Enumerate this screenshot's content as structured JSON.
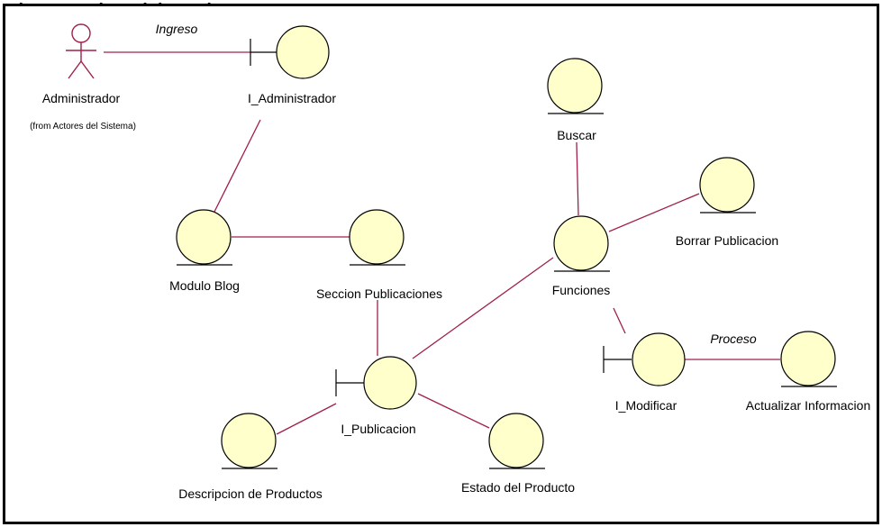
{
  "diagram": {
    "title_cut": "Diagrama de Colaboracion",
    "actor": {
      "name": "Administrador",
      "note": "(from Actores del Sistema)"
    },
    "objects": {
      "i_administrador": "I_Administrador",
      "modulo_blog": "Modulo Blog",
      "seccion_publicaciones": "Seccion Publicaciones",
      "i_publicacion": "I_Publicacion",
      "descripcion_productos": "Descripcion de Productos",
      "estado_producto": "Estado del Producto",
      "buscar": "Buscar",
      "funciones": "Funciones",
      "borrar_publicacion": "Borrar Publicacion",
      "i_modificar": "I_Modificar",
      "actualizar_informacion": "Actualizar Informacion"
    },
    "messages": {
      "ingreso": "Ingreso",
      "proceso": "Proceso"
    },
    "colors": {
      "link": "#a0204a",
      "object_fill": "#ffffcc",
      "frame": "#000000"
    }
  }
}
